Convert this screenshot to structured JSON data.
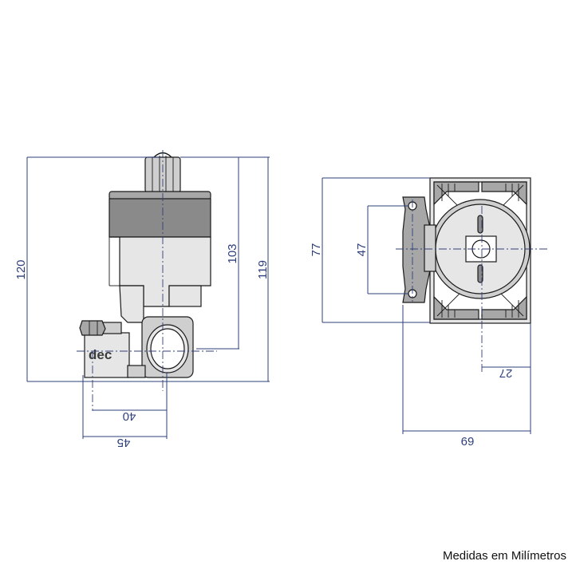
{
  "side_view": {
    "dim_height_total": "120",
    "dim_height_body": "103",
    "dim_height_outer": "119",
    "dim_width_inner": "40",
    "dim_width_outer": "45",
    "logo_text": "dec"
  },
  "top_view": {
    "dim_height": "77",
    "dim_handle_span": "47",
    "dim_offset": "27",
    "dim_width": "69"
  },
  "footer": {
    "note": "Medidas em Milímetros"
  },
  "colors": {
    "dimension_line": "#2e3f7a",
    "outline": "#1a1a1a"
  }
}
